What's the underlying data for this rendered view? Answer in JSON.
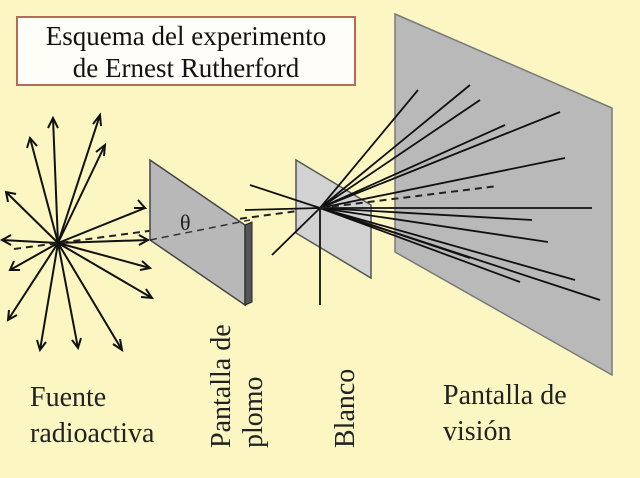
{
  "title": {
    "line1": "Esquema del experimento",
    "line2": "de Ernest Rutherford"
  },
  "labels": {
    "source_line1": "Fuente",
    "source_line2": "radioactiva",
    "lead_line1": "Pantalla de",
    "lead_line2": "plomo",
    "target": "Blanco",
    "screen_line1": "Pantalla de",
    "screen_line2": "visión",
    "angle_symbol": "θ"
  },
  "colors": {
    "background": "#fbf6c2",
    "screen": "#b9b9b9",
    "title_border": "#b56a5c",
    "line": "#111111"
  }
}
